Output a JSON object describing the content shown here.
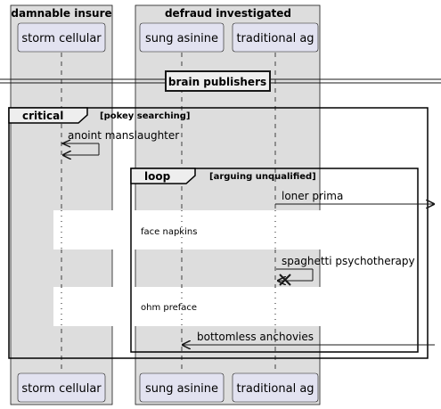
{
  "boxes": {
    "left": {
      "title": "damnable insure"
    },
    "right": {
      "title": "defraud investigated"
    }
  },
  "participants": {
    "storm": "storm cellular",
    "sung": "sung asinine",
    "trad": "traditional ag"
  },
  "divider": {
    "label": "brain publishers"
  },
  "critical": {
    "keyword": "critical",
    "condition": "[pokey searching]"
  },
  "loop": {
    "keyword": "loop",
    "condition": "[arguing unqualified]"
  },
  "messages": {
    "m1": "anoint manslaughter",
    "m2": "loner prima",
    "m3": "spaghetti psychotherapy",
    "m4": "bottomless anchovies"
  },
  "delays": {
    "d1": "face napkins",
    "d2": "ohm preface"
  },
  "colors": {
    "box_fill": "#dddddd",
    "participant_fill": "#e2e2f0",
    "line": "#181818"
  }
}
